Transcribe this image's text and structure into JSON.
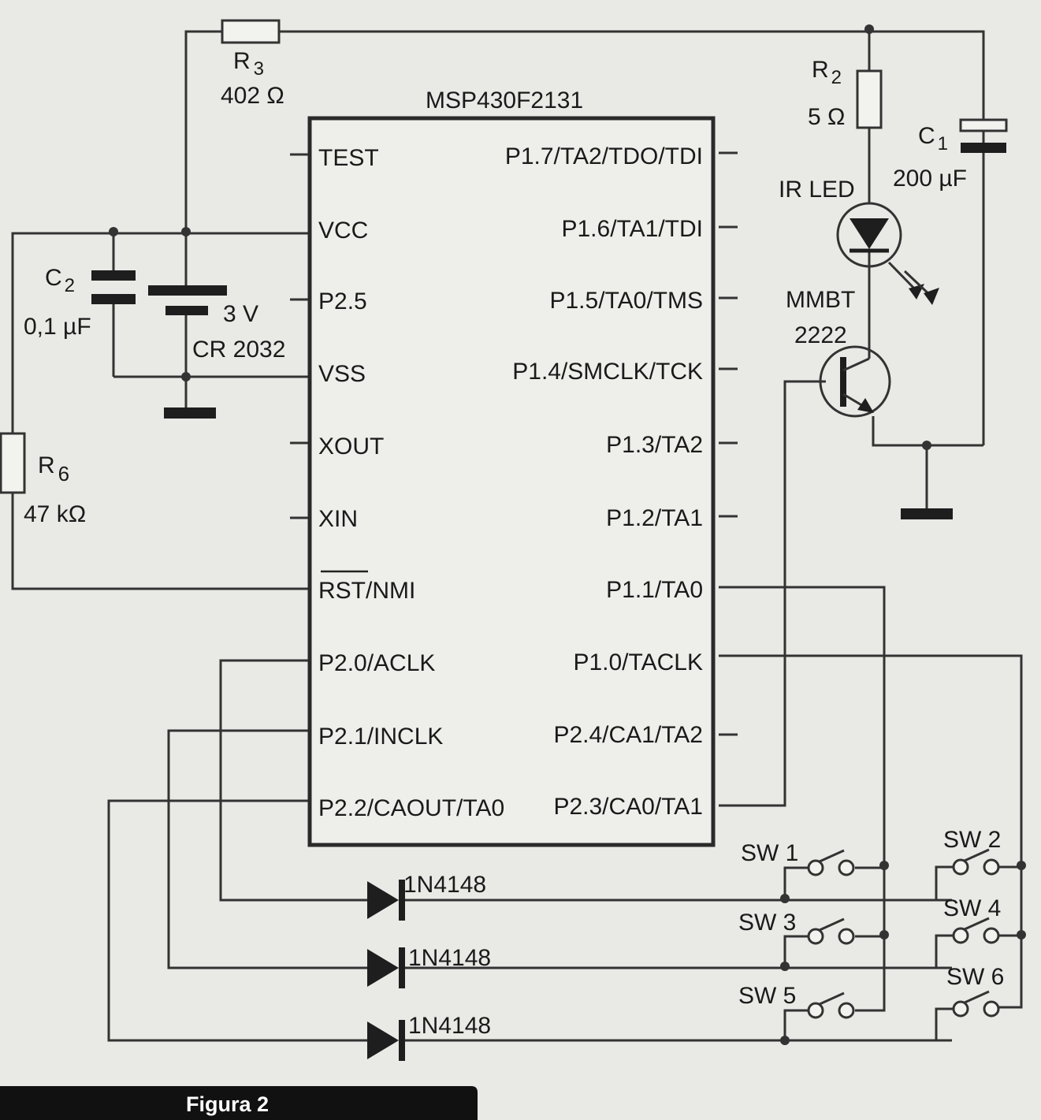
{
  "ic": {
    "name": "MSP430F2131",
    "left_pins": [
      "TEST",
      "VCC",
      "P2.5",
      "VSS",
      "XOUT",
      "XIN",
      "RST/NMI",
      "P2.0/ACLK",
      "P2.1/INCLK",
      "P2.2/CAOUT/TA0"
    ],
    "right_pins": [
      "P1.7/TA2/TDO/TDI",
      "P1.6/TA1/TDI",
      "P1.5/TA0/TMS",
      "P1.4/SMCLK/TCK",
      "P1.3/TA2",
      "P1.2/TA1",
      "P1.1/TA0",
      "P1.0/TACLK",
      "P2.4/CA1/TA2",
      "P2.3/CA0/TA1"
    ]
  },
  "components": {
    "r3": {
      "name": "R",
      "sub": "3",
      "value": "402 Ω"
    },
    "r2": {
      "name": "R",
      "sub": "2",
      "value": "5 Ω"
    },
    "r6": {
      "name": "R",
      "sub": "6",
      "value": "47 kΩ"
    },
    "c1": {
      "name": "C",
      "sub": "1",
      "value": "200 µF"
    },
    "c2": {
      "name": "C",
      "sub": "2",
      "value": "0,1 µF"
    },
    "battery": {
      "voltage": "3 V",
      "type": "CR 2032"
    },
    "led": {
      "label": "IR LED"
    },
    "transistor": {
      "line1": "MMBT",
      "line2": "2222"
    },
    "diodes": [
      "1N4148",
      "1N4148",
      "1N4148"
    ],
    "switches": [
      "SW 1",
      "SW 2",
      "SW 3",
      "SW 4",
      "SW 5",
      "SW 6"
    ]
  },
  "caption": "Figura 2"
}
